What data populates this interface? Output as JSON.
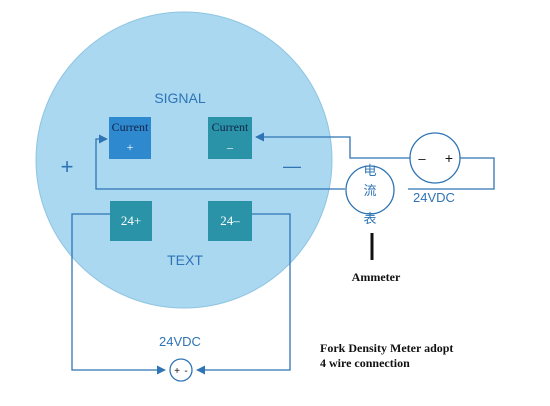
{
  "diagram": {
    "signal_label": "SIGNAL",
    "text_label": "TEXT",
    "plus_sign": "+",
    "minus_sign": "—",
    "terminals": {
      "current_pos": {
        "line1": "Current",
        "line2": "+"
      },
      "current_neg": {
        "line1": "Current",
        "line2": "–"
      },
      "v24_pos": {
        "label": "24+"
      },
      "v24_neg": {
        "label": "24–"
      }
    },
    "top_supply": {
      "minus": "–",
      "plus": "+",
      "label": "24VDC"
    },
    "ammeter": {
      "chars": [
        "电",
        "流",
        "表"
      ],
      "label": "Ammeter"
    },
    "bottom_supply": {
      "plus": "+",
      "minus": "-",
      "label": "24VDC"
    },
    "caption": {
      "line1": "Fork Density Meter adopt",
      "line2": "4 wire connection"
    },
    "colors": {
      "circle_fill": "#a9d8f0",
      "circle_stroke": "#8fc4e0",
      "terminal_blue": "#2f89cf",
      "terminal_teal": "#2a93a7",
      "wire": "#2f74b5",
      "text_blue": "#2f74b5",
      "text_dark": "#111111"
    }
  }
}
